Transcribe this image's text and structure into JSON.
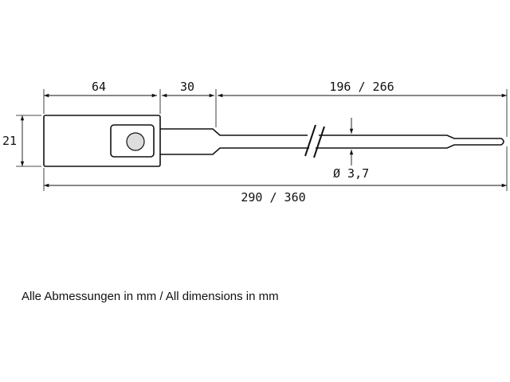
{
  "dimensions": {
    "tag_length": "64",
    "neck_length": "30",
    "strap_length": "196 / 266",
    "tag_height": "21",
    "diameter": "Ø 3,7",
    "total_length": "290 / 360"
  },
  "note": "Alle Abmessungen in mm / All dimensions in mm",
  "colors": {
    "line": "#111111",
    "hole_fill": "#dddddd"
  }
}
